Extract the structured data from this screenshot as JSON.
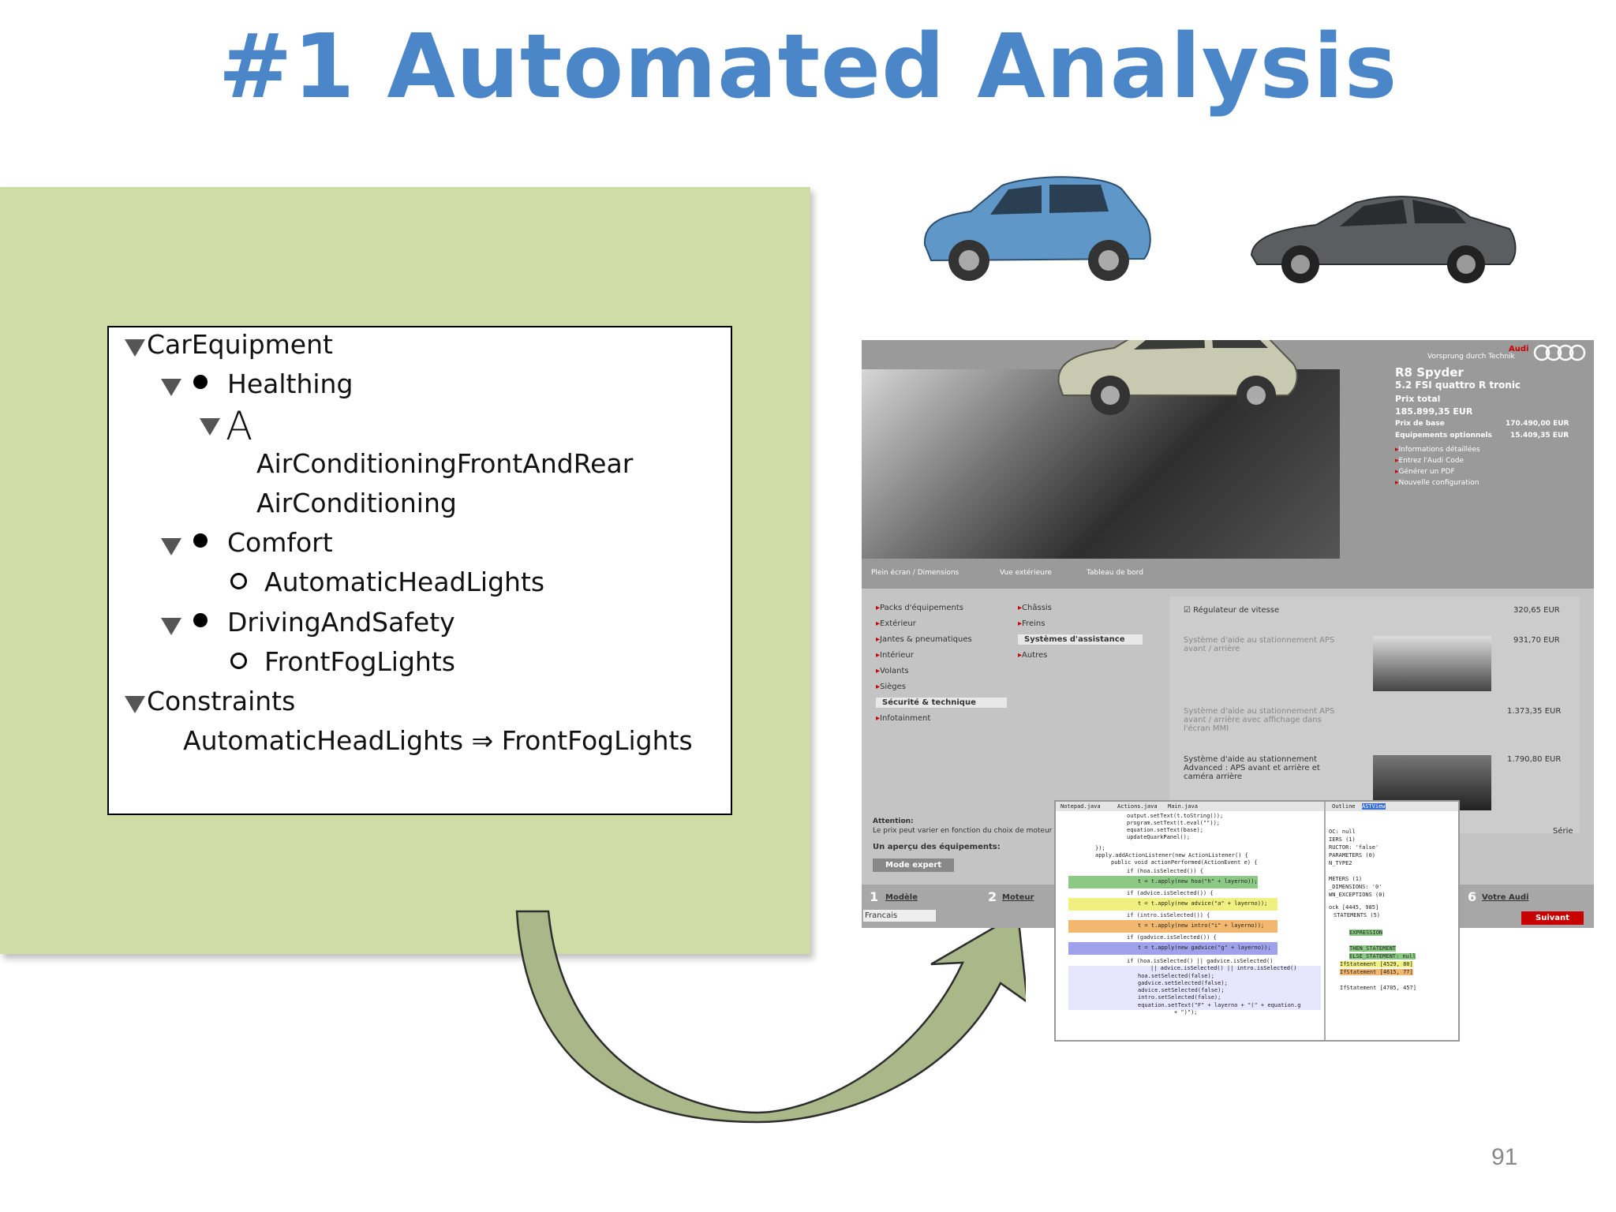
{
  "title": "#1 Automated Analysis",
  "page_number": "91",
  "feature_model": {
    "root": "CarEquipment",
    "healthing": "Healthing",
    "alt_symbol": "A",
    "air_front_rear": "AirConditioningFrontAndRear",
    "air": "AirConditioning",
    "comfort": "Comfort",
    "auto_head": "AutomaticHeadLights",
    "driving": "DrivingAndSafety",
    "fog": "FrontFogLights",
    "constraints": "Constraints",
    "constraint_1": "AutomaticHeadLights ⇒ FrontFogLights"
  },
  "configurator": {
    "brand": "Audi",
    "slogan": "Vorsprung durch Technik",
    "model": "R8 Spyder",
    "engine": "5.2 FSI quattro R tronic",
    "price_label": "Prix total",
    "price_total": "185.899,35 EUR",
    "base_label": "Prix de base",
    "base_value": "170.490,00 EUR",
    "options_label": "Equipements optionnels",
    "options_value": "15.409,35 EUR",
    "links": [
      "Informations détaillées",
      "Entrez l'Audi Code",
      "Générer un PDF",
      "Nouvelle configuration"
    ],
    "view_tabs": [
      "Plein écran / Dimensions",
      "Vue extérieure",
      "Tableau de bord"
    ],
    "menu_left": [
      "Packs d'équipements",
      "Extérieur",
      "Jantes & pneumatiques",
      "Intérieur",
      "Volants",
      "Sièges",
      "Sécurité & technique",
      "Infotainment"
    ],
    "menu_mid": [
      "Châssis",
      "Freins",
      "Systèmes d'assistance",
      "Autres"
    ],
    "options": [
      {
        "label": "Régulateur de vitesse",
        "price": "320,65 EUR"
      },
      {
        "label": "Système d'aide au stationnement APS avant / arrière",
        "price": "931,70 EUR"
      },
      {
        "label": "Système d'aide au stationnement APS avant / arrière avec affichage dans l'écran MMI",
        "price": "1.373,35 EUR"
      },
      {
        "label": "Système d'aide au stationnement Advanced : APS avant et arrière et caméra arrière",
        "price": "1.790,80 EUR"
      }
    ],
    "serie": "Série",
    "attention_title": "Attention:",
    "attention_text": "Le prix peut varier en fonction du choix de moteur et",
    "overview": "Un aperçu des équipements:",
    "expert_button": "Mode expert",
    "steps": [
      {
        "n": "1",
        "label": "Modèle"
      },
      {
        "n": "2",
        "label": "Moteur"
      },
      {
        "n": "6",
        "label": "Votre Audi"
      }
    ],
    "language": "Francais",
    "next_button": "Suivant"
  },
  "ide": {
    "tabs": [
      "Notepad.java",
      "Actions.java",
      "Main.java"
    ],
    "outline_tabs": [
      "Outline",
      "ASTView"
    ],
    "code_lines": [
      "output.setText(t.toString());",
      "program.setText(t.eval(\"\"));",
      "equation.setText(base);",
      "updateQuarkPanel();",
      "});",
      "apply.addActionListener(new ActionListener() {",
      "public void actionPerformed(ActionEvent e) {",
      "if (hoa.isSelected()) {",
      "t = t.apply(new hoa(\"h\" + layerno));",
      "if (advice.isSelected()) {",
      "t = t.apply(new advice(\"a\" + layerno));",
      "if (intro.isSelected()) {",
      "t = t.apply(new intro(\"i\" + layerno));",
      "if (gadvice.isSelected()) {",
      "t = t.apply(new gadvice(\"g\" + layerno));",
      "if (hoa.isSelected() || gadvice.isSelected()",
      "|| advice.isSelected() || intro.isSelected()",
      "hoa.setSelected(false);",
      "gadvice.setSelected(false);",
      "advice.setSelected(false);",
      "intro.setSelected(false);",
      "equation.setText(\"F\" + layerno + \"(\" + equation.g",
      "+ \")\");"
    ],
    "ast_lines": [
      "OC: null",
      "IERS (1)",
      "RUCTOR: 'false'",
      "PARAMETERS (0)",
      "N_TYPE2",
      "METERS (1)",
      "_DIMENSIONS: '0'",
      "WN_EXCEPTIONS (0)",
      "ock [4445, 985]",
      "STATEMENTS (5)",
      "EXPRESSION",
      "THEN_STATEMENT",
      "ELSE_STATEMENT: null",
      "IfStatement [4529, 80]",
      "IfStatement [4615, 77]",
      "IfStatement [4705, 457]"
    ]
  }
}
